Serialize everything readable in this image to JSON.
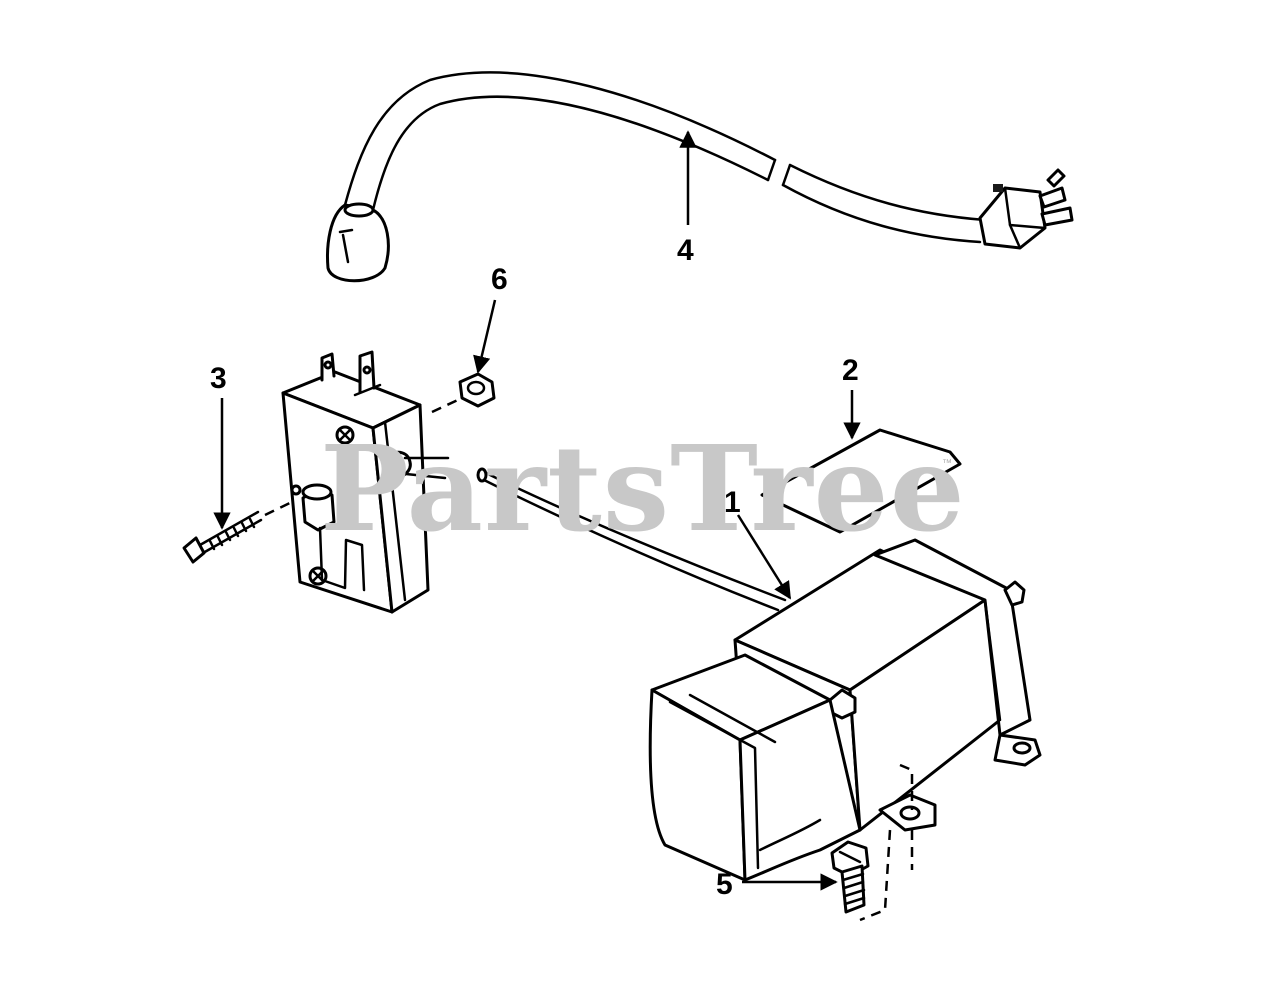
{
  "watermark": {
    "text": "PartsTree",
    "trademark": "™"
  },
  "callouts": [
    {
      "id": "1",
      "label": "1"
    },
    {
      "id": "2",
      "label": "2"
    },
    {
      "id": "3",
      "label": "3"
    },
    {
      "id": "4",
      "label": "4"
    },
    {
      "id": "5",
      "label": "5"
    },
    {
      "id": "6",
      "label": "6"
    }
  ],
  "colors": {
    "line": "#000000",
    "background": "#ffffff",
    "watermark": "#c8c8c8"
  }
}
